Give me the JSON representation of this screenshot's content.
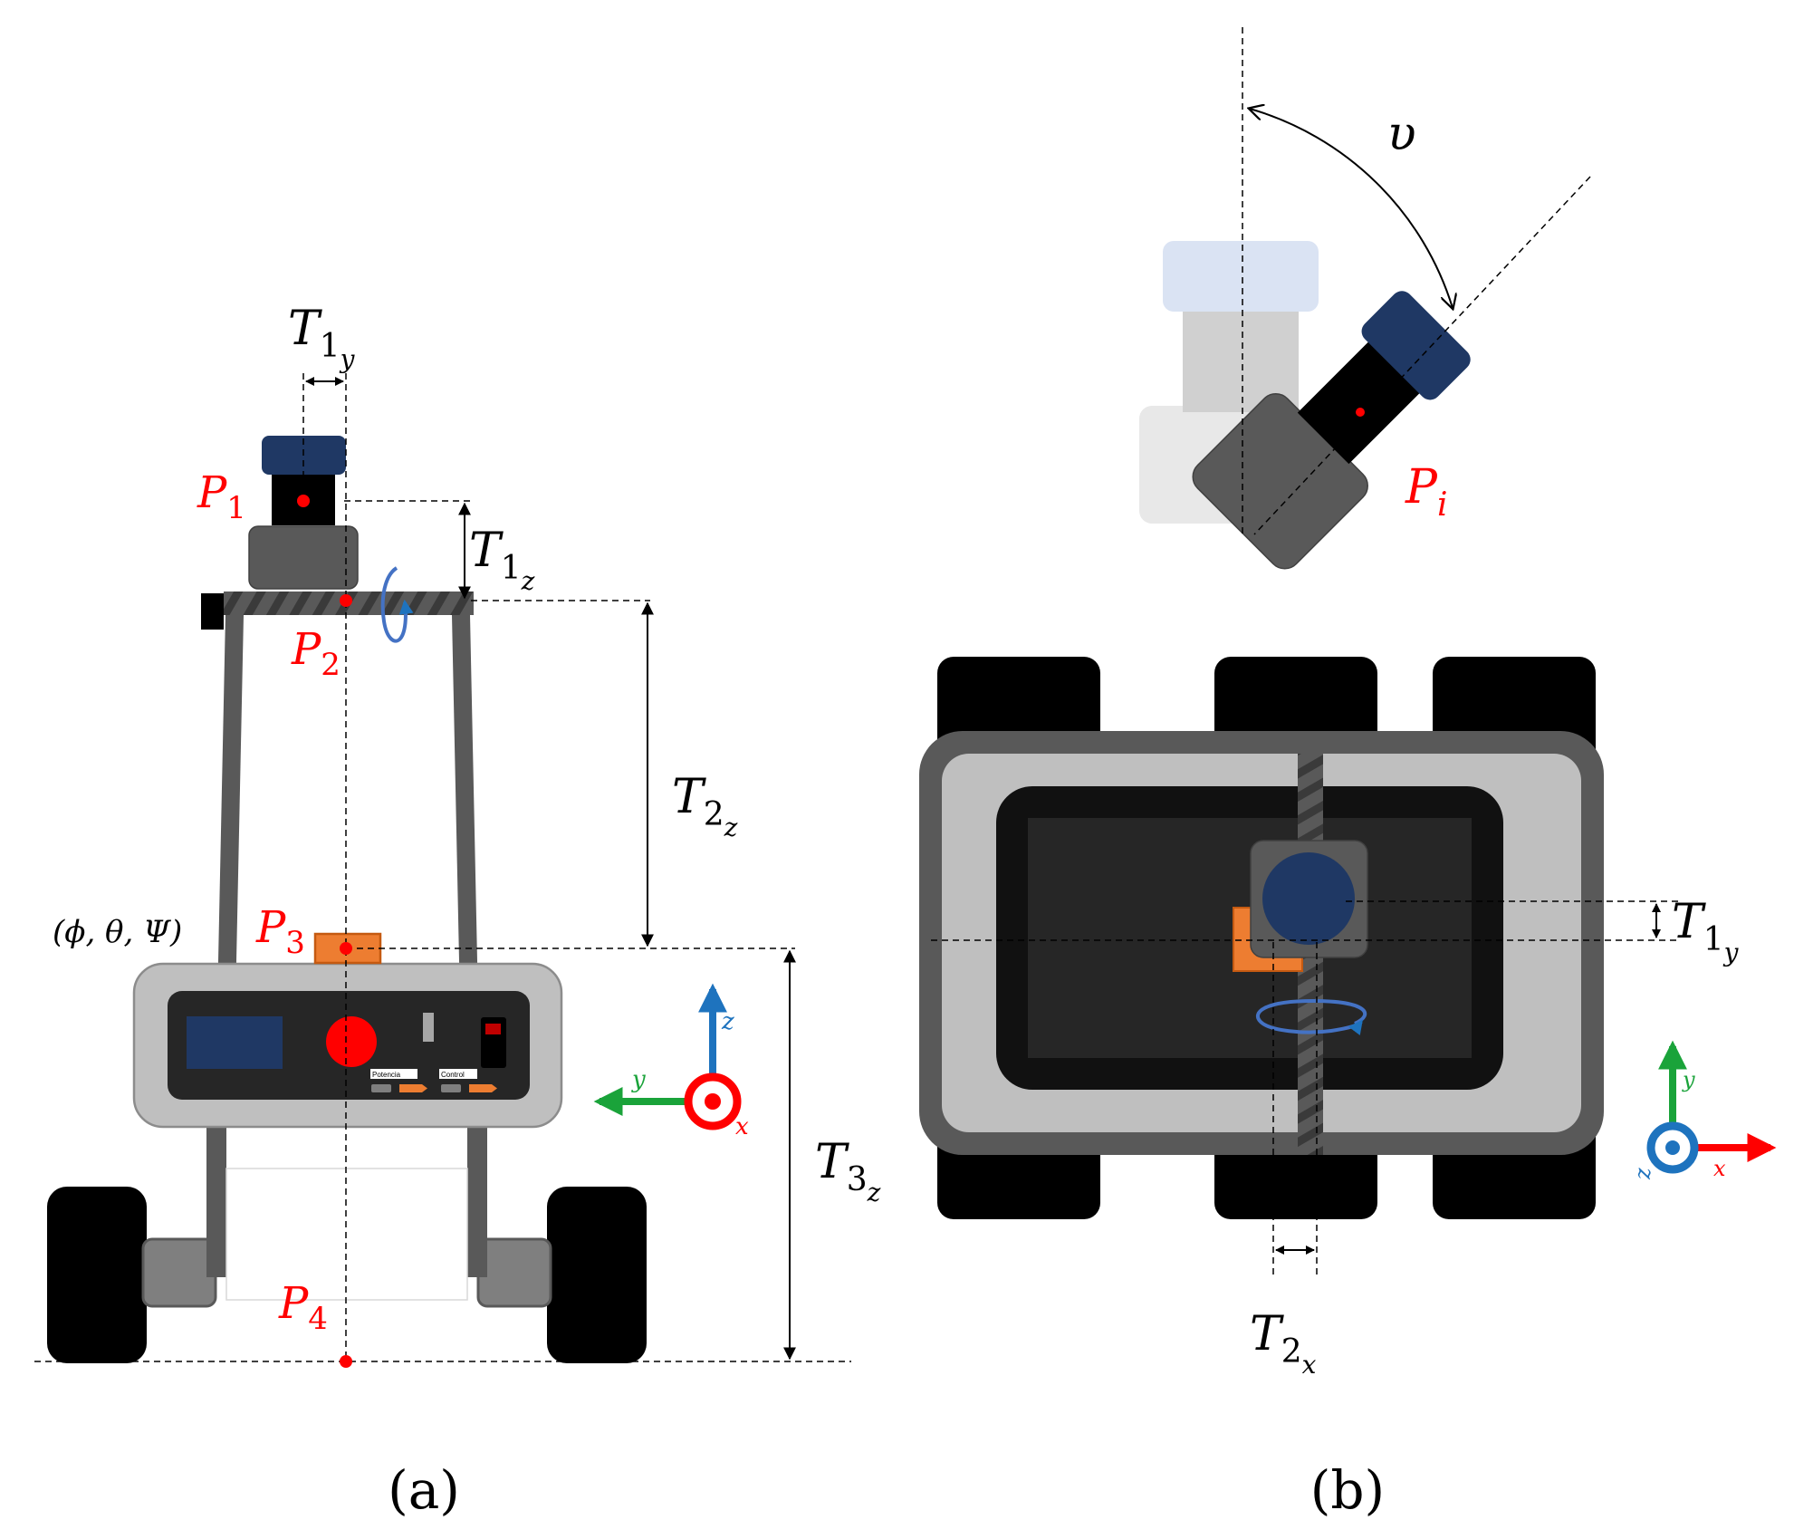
{
  "colors": {
    "red": "#ff0000",
    "navy": "#1f3864",
    "blue_axis": "#1e73be",
    "green_axis": "#1aa33a",
    "orange": "#ed7d31",
    "dark_gray": "#595959",
    "light_gray": "#bfbfbf",
    "black": "#000000"
  },
  "panel_a": {
    "caption": "(a)",
    "labels": {
      "T1y_base": "T",
      "T1y_sub": "1",
      "T1y_subsub": "y",
      "T1z_base": "T",
      "T1z_sub": "1",
      "T1z_subsub": "z",
      "T2z_base": "T",
      "T2z_sub": "2",
      "T2z_subsub": "z",
      "T3z_base": "T",
      "T3z_sub": "3",
      "T3z_subsub": "z",
      "P1_base": "P",
      "P1_sub": "1",
      "P2_base": "P",
      "P2_sub": "2",
      "P3_base": "P",
      "P3_sub": "3",
      "P4_base": "P",
      "P4_sub": "4",
      "angles": "(ϕ, θ, Ψ)"
    },
    "panel_texts": {
      "potencia": "Potencia",
      "control": "Control"
    },
    "axes": {
      "z": "z",
      "y": "y",
      "x": "x"
    }
  },
  "panel_b": {
    "caption": "(b)",
    "labels": {
      "upsilon": "υ",
      "Pi_base": "P",
      "Pi_sub": "i",
      "T1y_base": "T",
      "T1y_sub": "1",
      "T1y_subsub": "y",
      "T2x_base": "T",
      "T2x_sub": "2",
      "T2x_subsub": "x"
    },
    "axes": {
      "y": "y",
      "z": "z",
      "x": "x"
    }
  }
}
